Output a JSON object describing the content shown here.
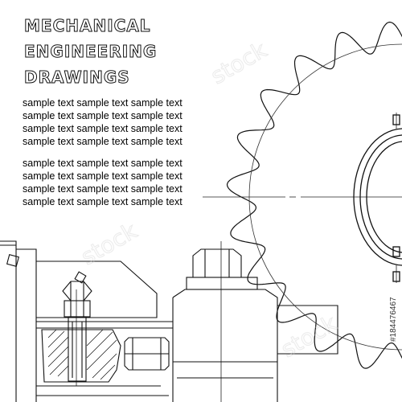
{
  "title_lines": [
    "MECHANICAL",
    "ENGINEERING",
    "DRAWINGS"
  ],
  "text_blocks": [
    [
      "sample text sample text sample text",
      "sample text sample text sample text",
      "sample text sample text sample text",
      "sample text sample text sample text"
    ],
    [
      "sample text sample text sample text",
      "sample text sample text sample text",
      "sample text sample text sample text",
      "sample text sample text sample text"
    ]
  ],
  "stock_id": "#184476467",
  "colors": {
    "line": "#111111",
    "background": "#ffffff"
  },
  "icons": [
    "gear-sprocket-drawing",
    "bolt-drawing",
    "machine-housing-drawing",
    "watermark"
  ]
}
